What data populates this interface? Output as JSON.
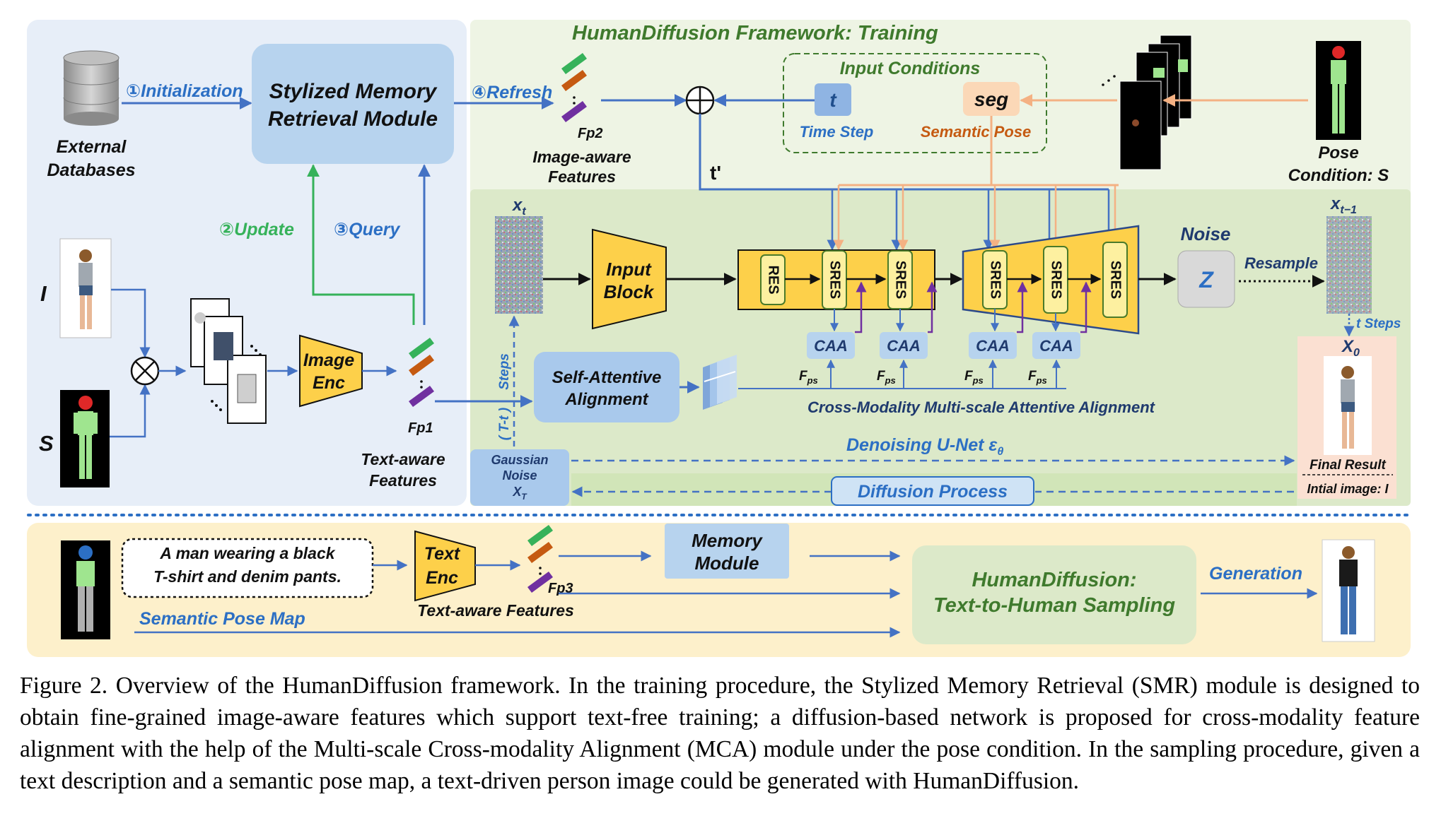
{
  "diagram": {
    "title": "HumanDiffusion Framework: Training",
    "smr": {
      "line1": "Stylized Memory",
      "line2": "Retrieval Module",
      "initialization": "①Initialization",
      "refresh": "④Refresh",
      "update": "②Update",
      "query": "③Query",
      "ext_db_line1": "External",
      "ext_db_line2": "Databases",
      "input_i": "I",
      "input_s": "S",
      "image_enc_line1": "Image",
      "image_enc_line2": "Enc",
      "fp1": "Fp1",
      "text_aware_line1": "Text-aware",
      "text_aware_line2": "Features",
      "fp2": "Fp2",
      "image_aware_line1": "Image-aware",
      "image_aware_line2": "Features"
    },
    "conditions": {
      "title": "Input Conditions",
      "t": "t",
      "time_step": "Time Step",
      "seg": "seg",
      "semantic_pose": "Semantic  Pose",
      "pose_line1": "Pose",
      "pose_line2": "Condition: S",
      "t_prime": "t'"
    },
    "unet": {
      "xt": "x",
      "xt_sub": "t",
      "input_block_line1": "Input",
      "input_block_line2": "Block",
      "res": "RES",
      "sres": "SRES",
      "noise": "Noise",
      "z": "Z",
      "resample": "Resample",
      "xt1": "x",
      "xt1_sub": "t−1",
      "t_steps": "t Steps",
      "x0": "X",
      "x0_sub": "0",
      "caa": "CAA",
      "fps": "F",
      "fps_sub": "ps",
      "self_att_line1": "Self-Attentive",
      "self_att_line2": "Alignment",
      "cross_modality": "Cross-Modality Multi-scale Attentive Alignment",
      "steps": "Steps",
      "t_minus": "( T-t )",
      "gauss_line1": "Gaussian",
      "gauss_line2": "Noise",
      "gauss_line3": "X",
      "gauss_sub": "T",
      "denoising": "Denoising U-Net ε",
      "denoising_sub": "θ",
      "diffusion_process": "Diffusion Process",
      "final_result": "Final Result",
      "initial_image": "Intial image: I"
    },
    "sampling": {
      "text_line1": "A man wearing a black",
      "text_line2": "T-shirt and denim pants.",
      "text_enc_line1": "Text",
      "text_enc_line2": "Enc",
      "fp3": "Fp3",
      "text_aware_features": "Text-aware Features",
      "memory_line1": "Memory",
      "memory_line2": "Module",
      "semantic_pose_map": "Semantic Pose Map",
      "hd_line1": "HumanDiffusion:",
      "hd_line2": "Text-to-Human Sampling",
      "generation": "Generation"
    },
    "colors": {
      "left_panel": "#e7eef8",
      "right_panel": "#eef4e4",
      "unet_panel": "#dce9c9",
      "bottom_panel": "#fdf0cb",
      "blue_box": "#b7d3ee",
      "yellow_block": "#fdd04a",
      "blue_text": "#2c6fc4",
      "green_text": "#3f7a2d",
      "green_arrow": "#36b25a",
      "orange_arrow": "#f4b183",
      "orange_text": "#c55a11"
    }
  },
  "caption": "Figure 2. Overview of the HumanDiffusion framework.  In the training procedure, the Stylized Memory Retrieval (SMR) module is designed to obtain fine-grained image-aware features which support text-free training; a diffusion-based network is proposed for cross-modality feature alignment with the help of the Multi-scale Cross-modality Alignment (MCA) module under the pose condition.  In the sampling procedure, given a text description and a semantic pose map, a text-driven person image could be generated with HumanDiffusion."
}
